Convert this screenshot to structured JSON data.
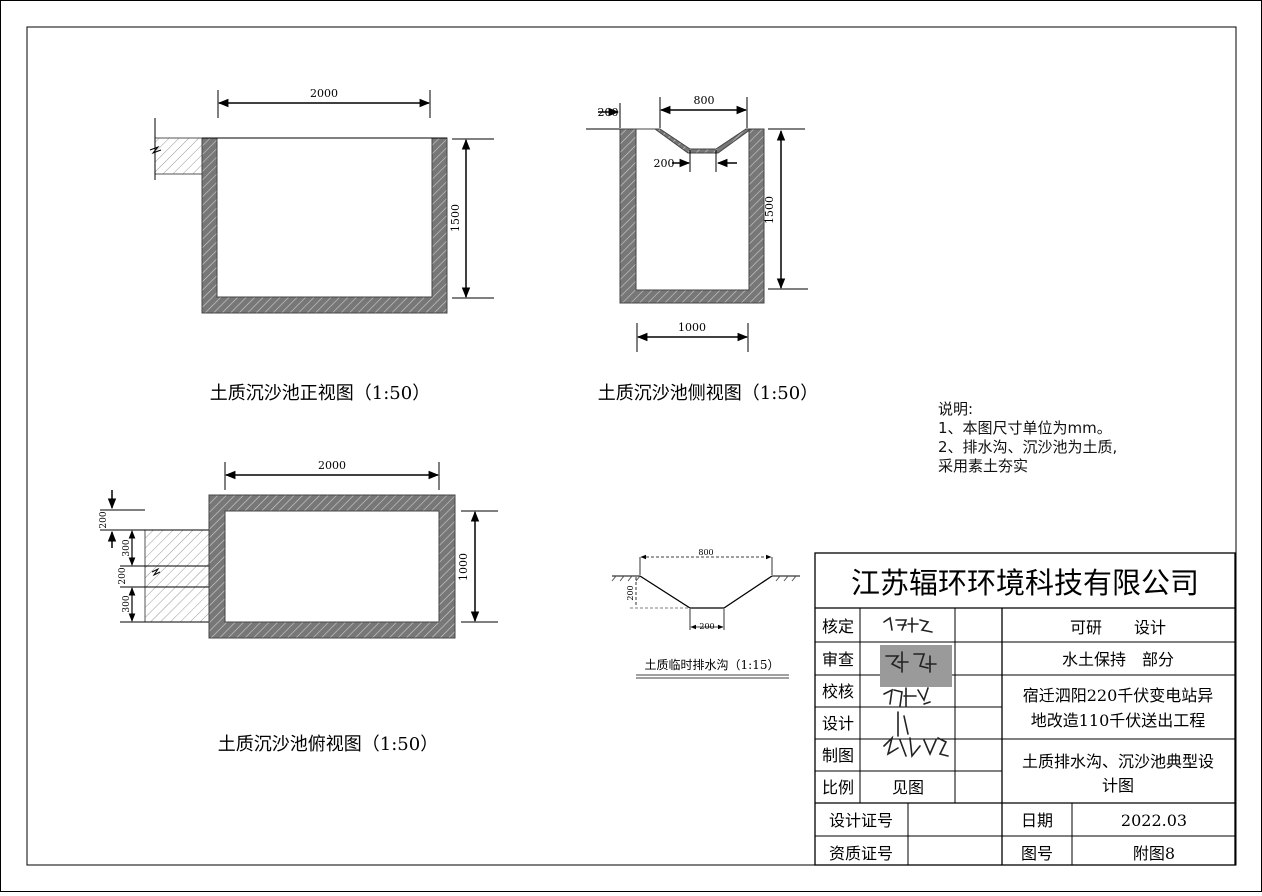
{
  "views": {
    "front": {
      "title": "土质沉沙池正视图（1:50）",
      "dim_width": "2000",
      "dim_height": "1500"
    },
    "side": {
      "title": "土质沉沙池侧视图（1:50）",
      "dim_top_inset": "200",
      "dim_top_opening": "800",
      "dim_channel_bottom": "200",
      "dim_height": "1500",
      "dim_bottom": "1000"
    },
    "plan": {
      "title": "土质沉沙池俯视图（1:50）",
      "dim_width": "2000",
      "dim_height": "1000",
      "dim_wall": "200",
      "dim_channel_a": "300",
      "dim_channel_gap": "200",
      "dim_channel_b": "300"
    },
    "ditch": {
      "title": "土质临时排水沟（1:15）",
      "dim_top": "800",
      "dim_depth": "200",
      "dim_bottom": "200"
    }
  },
  "notes": {
    "heading": "说明:",
    "line1": "1、本图尺寸单位为mm。",
    "line2": "2、排水沟、沉沙池为土质,",
    "line3": "采用素土夯实"
  },
  "title_block": {
    "company": "江苏辐环环境科技有限公司",
    "labels": {
      "check": "核定",
      "review": "审查",
      "proof": "校核",
      "design": "设计",
      "draw": "制图",
      "scale": "比例",
      "design_cert": "设计证号",
      "qualification_cert": "资质证号",
      "date": "日期",
      "drawing_no": "图号"
    },
    "scale_value": "见图",
    "stage": "可研　　设计",
    "part": "水土保持　部分",
    "project_line1": "宿迁泗阳220千伏变电站异",
    "project_line2": "地改造110千伏送出工程",
    "drawing_title_line1": "土质排水沟、沉沙池典型设",
    "drawing_title_line2": "计图",
    "date_value": "2022.03",
    "drawing_no_value": "附图8"
  }
}
